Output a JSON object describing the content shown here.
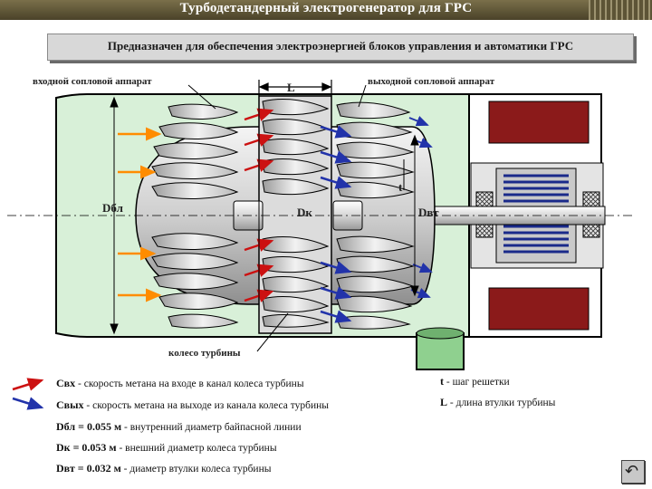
{
  "header": {
    "title": "Турбодетандерный электрогенератор для ГРС"
  },
  "subtitle": "Предназначен для обеспечения электроэнергией блоков управления и автоматики ГРС",
  "diagram": {
    "inlet_nozzle_label": "входной сопловой аппарат",
    "outlet_nozzle_label": "выходной сопловой аппарат",
    "L_label": "L",
    "t_label": "t",
    "Dbl_label": "Dбл",
    "Dk_label": "Dк",
    "Dvt_label": "Dвт",
    "wheel_label": "колесо турбины",
    "colors": {
      "inlet_arrow": "#ff8c00",
      "red_arrow": "#cc1111",
      "blue_arrow": "#2233aa",
      "green_fill": "#d8f0d8",
      "coil": "#1a2a8a",
      "core": "#8b1a1a"
    }
  },
  "legend": {
    "c_in_symbol": "Cвх",
    "c_in_text": "- скорость метана на входе в канал колеса турбины",
    "c_out_symbol": "Cвых",
    "c_out_text": "- скорость метана на выходе из канала колеса турбины",
    "t_symbol": "t",
    "t_text": "- шаг решетки",
    "L_symbol": "L",
    "L_text": "- длина втулки турбины",
    "dbl": "Dбл = 0.055 м",
    "dbl_text": "- внутренний диаметр байпасной линии",
    "dk": "Dк = 0.053 м",
    "dk_text": "- внешний диаметр колеса турбины",
    "dvt": "Dвт = 0.032 м",
    "dvt_text": "- диаметр втулки колеса турбины"
  }
}
